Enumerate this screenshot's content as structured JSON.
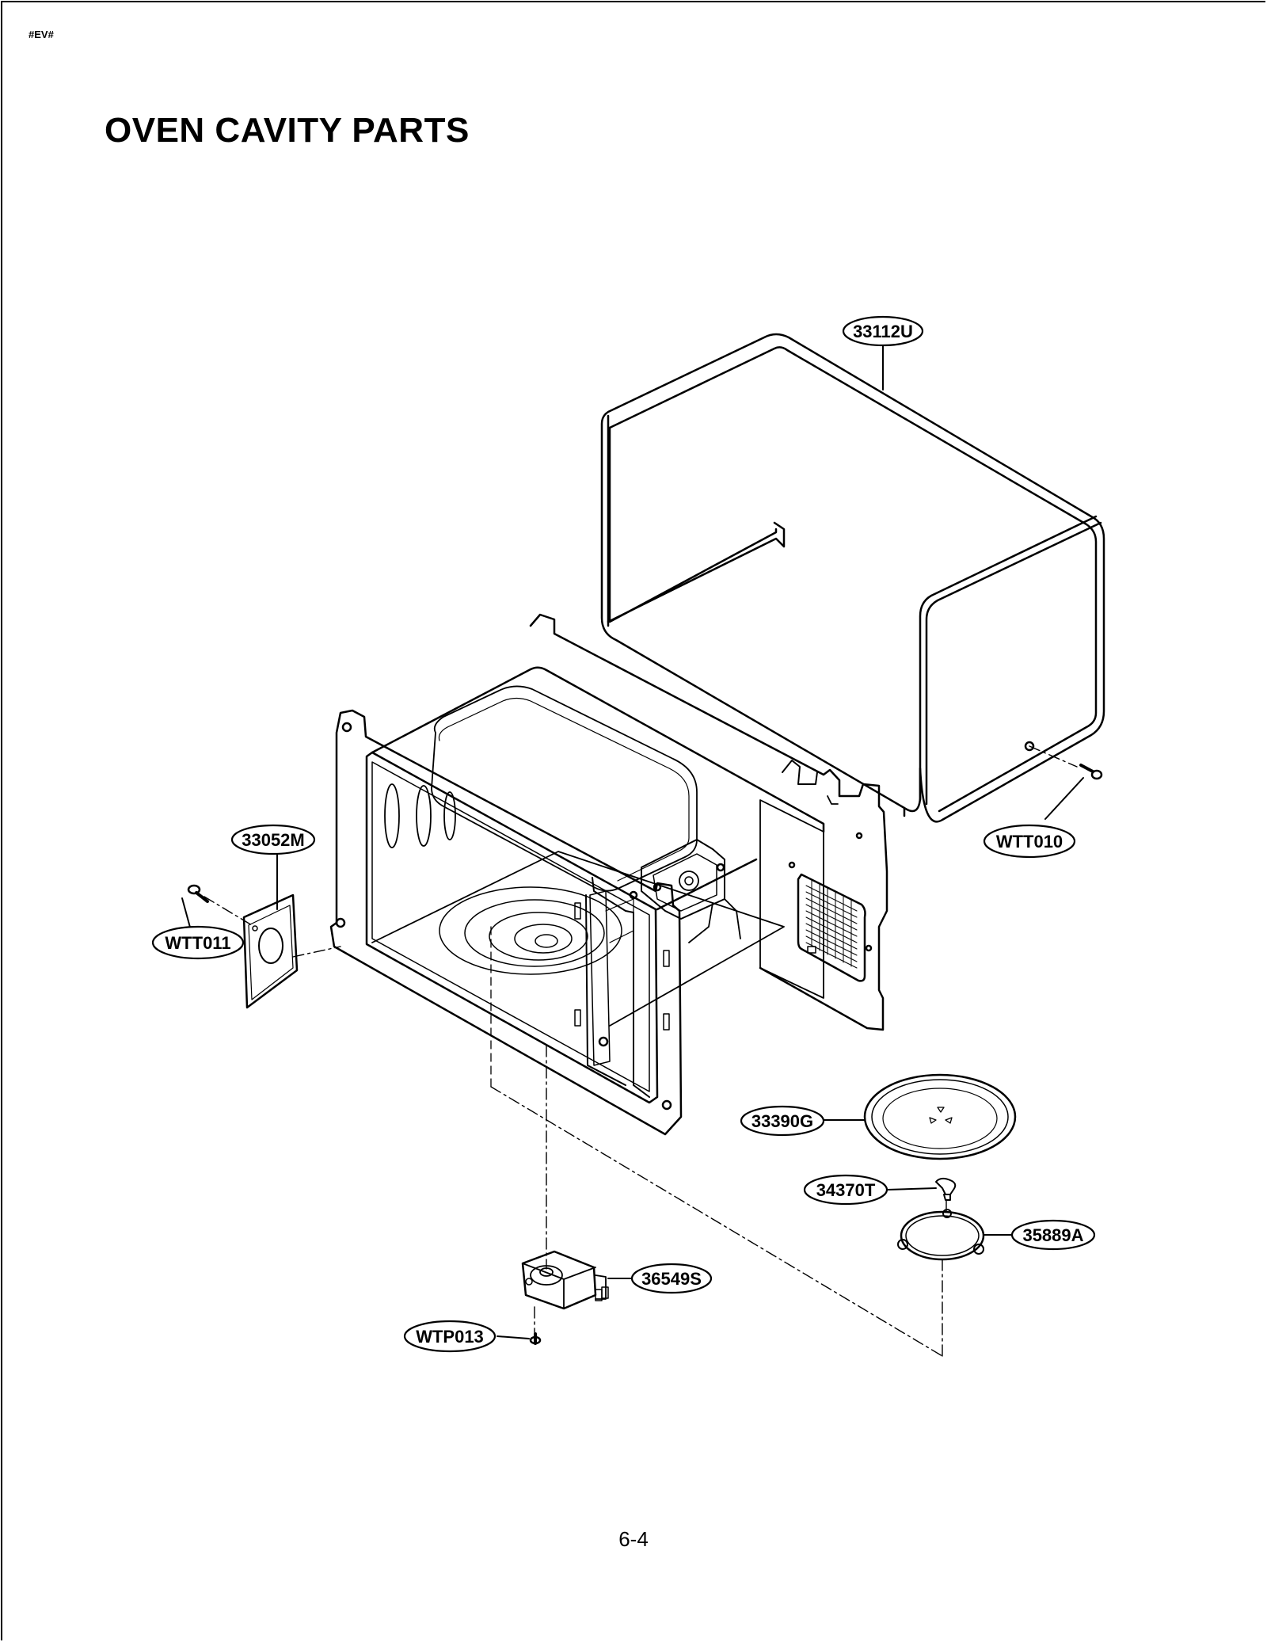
{
  "header": {
    "doc_code": "#EV#",
    "title": "OVEN CAVITY PARTS"
  },
  "footer": {
    "page_number": "6-4"
  },
  "diagram": {
    "callouts": [
      {
        "id": "outer-case",
        "label": "33112U"
      },
      {
        "id": "case-screw",
        "label": "WTT010"
      },
      {
        "id": "cover-plate",
        "label": "33052M"
      },
      {
        "id": "cover-plate-screw",
        "label": "WTT011"
      },
      {
        "id": "glass-tray",
        "label": "33390G"
      },
      {
        "id": "coupler",
        "label": "34370T"
      },
      {
        "id": "roller-ring",
        "label": "35889A"
      },
      {
        "id": "turntable-motor",
        "label": "36549S"
      },
      {
        "id": "motor-screw",
        "label": "WTP013"
      }
    ]
  }
}
